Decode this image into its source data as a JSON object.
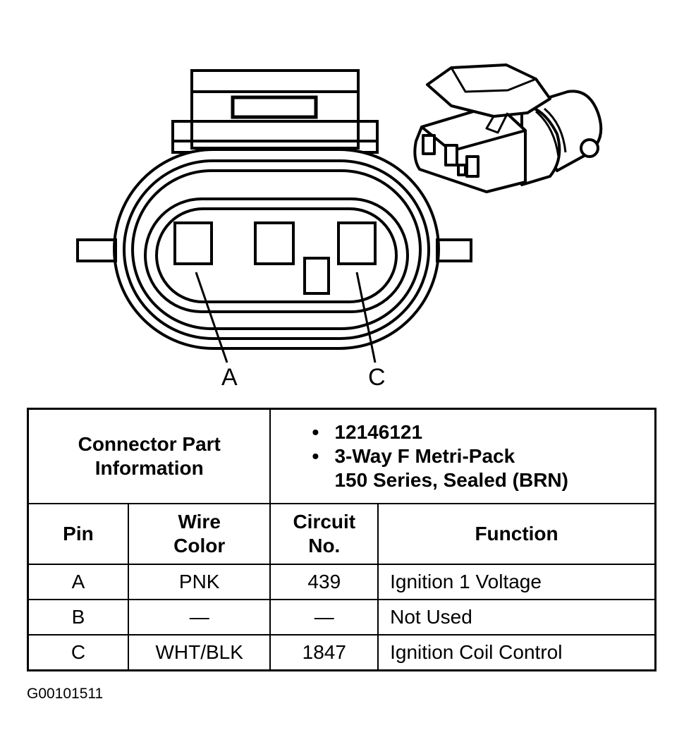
{
  "callouts": {
    "pin_a": "A",
    "pin_c": "C"
  },
  "part_info": {
    "label_line1": "Connector Part",
    "label_line2": "Information",
    "bullet": "•",
    "items": {
      "part_number": "12146121",
      "description_line1": "3-Way F Metri-Pack",
      "description_line2": "150 Series, Sealed (BRN)"
    }
  },
  "table": {
    "headers": {
      "pin": "Pin",
      "wire_color_line1": "Wire",
      "wire_color_line2": "Color",
      "circuit_line1": "Circuit",
      "circuit_line2": "No.",
      "function": "Function"
    },
    "rows": [
      {
        "pin": "A",
        "wire_color": "PNK",
        "circuit": "439",
        "function": "Ignition 1 Voltage"
      },
      {
        "pin": "B",
        "wire_color": "—",
        "circuit": "—",
        "function": "Not Used"
      },
      {
        "pin": "C",
        "wire_color": "WHT/BLK",
        "circuit": "1847",
        "function": "Ignition Coil Control"
      }
    ]
  },
  "figure_id": "G00101511"
}
